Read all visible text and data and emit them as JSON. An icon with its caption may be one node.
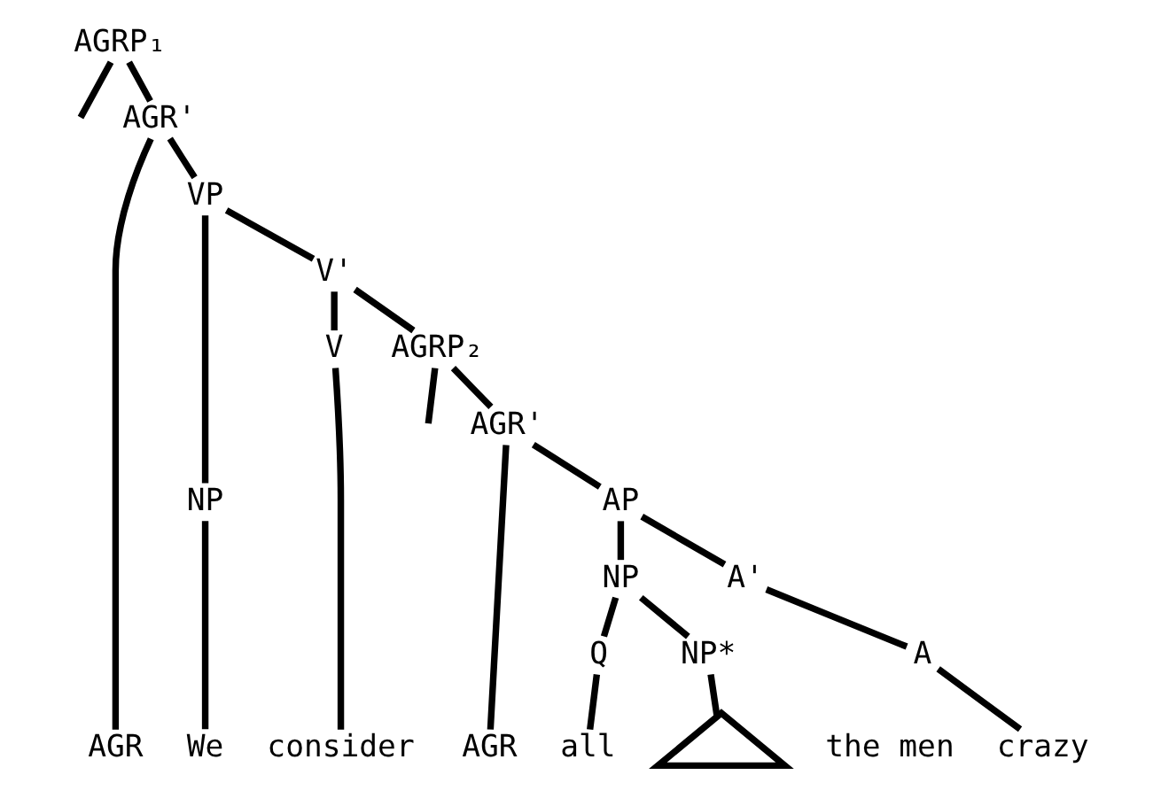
{
  "diagram": {
    "nodes": [
      {
        "text": [
          "AGRP₁"
        ]
      },
      {
        "text": [
          "AGR'"
        ]
      },
      {
        "text": [
          "AGR"
        ]
      },
      {
        "text": [
          "VP"
        ]
      },
      {
        "text": [
          "NP"
        ]
      },
      {
        "text": [
          "V'"
        ]
      },
      {
        "text": [
          "V"
        ]
      },
      {
        "text": [
          "AGRP₂"
        ]
      },
      {
        "text": [
          "AGR'"
        ]
      },
      {
        "text": [
          "AGR"
        ]
      },
      {
        "text": [
          "AP"
        ]
      },
      {
        "text": [
          "NP"
        ]
      },
      {
        "text": [
          "A'"
        ]
      },
      {
        "text": [
          "Q"
        ]
      },
      {
        "text": [
          "NP*"
        ]
      },
      {
        "text": [
          "A"
        ]
      },
      {
        "text": [],
        "shape": "triangle",
        "beside": [
          "the men"
        ]
      },
      {
        "text": [
          "We"
        ]
      },
      {
        "text": [
          "consider"
        ]
      },
      {
        "text": [
          "all"
        ]
      },
      {
        "text": [
          "crazy"
        ]
      }
    ],
    "edges": [
      {
        "from": 0,
        "to": null,
        "arrow": "none"
      },
      {
        "from": 0,
        "to": 1,
        "arrow": "none"
      },
      {
        "from": 1,
        "to": 2,
        "arrow": "none"
      },
      {
        "from": 1,
        "to": 3,
        "arrow": "none"
      },
      {
        "from": 3,
        "to": 4,
        "arrow": "none"
      },
      {
        "from": 3,
        "to": 5,
        "arrow": "none"
      },
      {
        "from": 5,
        "to": 6,
        "arrow": "none"
      },
      {
        "from": 5,
        "to": 7,
        "arrow": "none"
      },
      {
        "from": 7,
        "to": null,
        "arrow": "none"
      },
      {
        "from": 7,
        "to": 8,
        "arrow": "none"
      },
      {
        "from": 8,
        "to": 9,
        "arrow": "none"
      },
      {
        "from": 8,
        "to": 10,
        "arrow": "none"
      },
      {
        "from": 10,
        "to": 11,
        "arrow": "none"
      },
      {
        "from": 10,
        "to": 12,
        "arrow": "none"
      },
      {
        "from": 11,
        "to": 13,
        "arrow": "none"
      },
      {
        "from": 11,
        "to": 14,
        "arrow": "none"
      },
      {
        "from": 12,
        "to": 15,
        "arrow": "none"
      },
      {
        "from": 14,
        "to": 16,
        "arrow": "none"
      },
      {
        "from": 4,
        "to": 17,
        "arrow": "none"
      },
      {
        "from": 6,
        "to": 18,
        "arrow": "none"
      },
      {
        "from": 13,
        "to": 19,
        "arrow": "none"
      },
      {
        "from": 15,
        "to": 20,
        "arrow": "none"
      }
    ]
  }
}
